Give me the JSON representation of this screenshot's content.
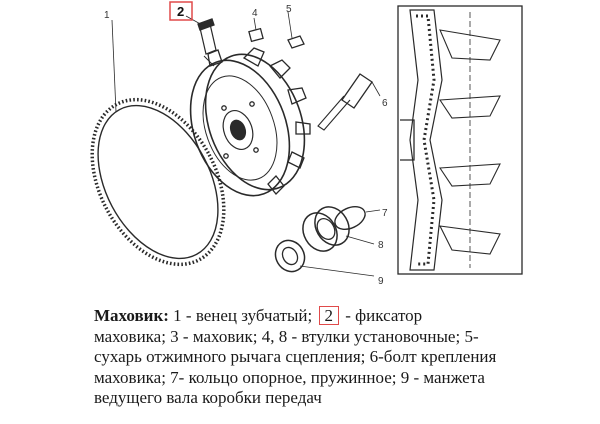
{
  "figure": {
    "callouts": {
      "n1": "1",
      "n2": "2",
      "n4": "4",
      "n5": "5",
      "n6": "6",
      "n7": "7",
      "n8": "8",
      "n9": "9"
    },
    "highlight_color": "#e04a4a"
  },
  "caption": {
    "title": "Маховик:",
    "line1_a": " 1 - венец зубчатый;",
    "boxed": "2",
    "line1_b": " - фиксатор",
    "line2": "маховика; 3 - маховик; 4, 8 - втулки установочные; 5-",
    "line3": "сухарь отжимного рычага сцепления; 6-болт крепления",
    "line4": "маховика; 7- кольцо опорное, пружинное; 9 - манжета",
    "line5": "ведущего вала коробки передач"
  }
}
